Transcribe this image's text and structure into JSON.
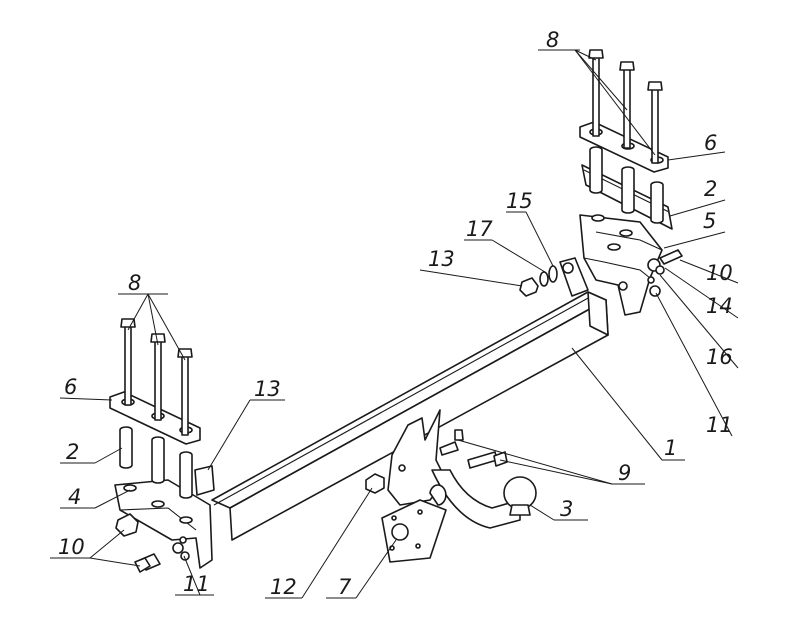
{
  "callouts": [
    {
      "id": "c8-right",
      "label": "8"
    },
    {
      "id": "c6-right",
      "label": "6"
    },
    {
      "id": "c2-right",
      "label": "2"
    },
    {
      "id": "c5",
      "label": "5"
    },
    {
      "id": "c10-right",
      "label": "10"
    },
    {
      "id": "c14",
      "label": "14"
    },
    {
      "id": "c16",
      "label": "16"
    },
    {
      "id": "c11-right",
      "label": "11"
    },
    {
      "id": "c1",
      "label": "1"
    },
    {
      "id": "c9",
      "label": "9"
    },
    {
      "id": "c3",
      "label": "3"
    },
    {
      "id": "c7",
      "label": "7"
    },
    {
      "id": "c12",
      "label": "12"
    },
    {
      "id": "c11-left",
      "label": "11"
    },
    {
      "id": "c10-left",
      "label": "10"
    },
    {
      "id": "c4",
      "label": "4"
    },
    {
      "id": "c2-left",
      "label": "2"
    },
    {
      "id": "c6-left",
      "label": "6"
    },
    {
      "id": "c8-left",
      "label": "8"
    },
    {
      "id": "c13-left",
      "label": "13"
    },
    {
      "id": "c13-right",
      "label": "13"
    },
    {
      "id": "c17",
      "label": "17"
    },
    {
      "id": "c15",
      "label": "15"
    }
  ]
}
